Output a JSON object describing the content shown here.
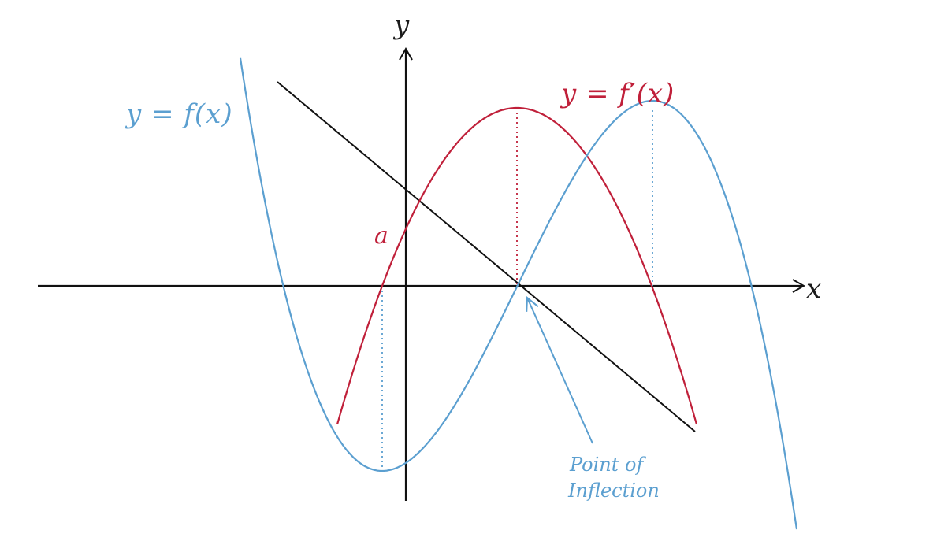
{
  "labels": {
    "x_axis": "x",
    "y_axis": "y",
    "f_curve": "y = f(x)",
    "fprime_curve": "y = f′(x)",
    "intercept": "a",
    "annotation_line1": "Point of",
    "annotation_line2": "Inflection"
  },
  "colors": {
    "f_curve": "#5b9fd0",
    "fprime_curve": "#c0203a",
    "axes": "#111111",
    "tangent_line": "#111111"
  }
}
